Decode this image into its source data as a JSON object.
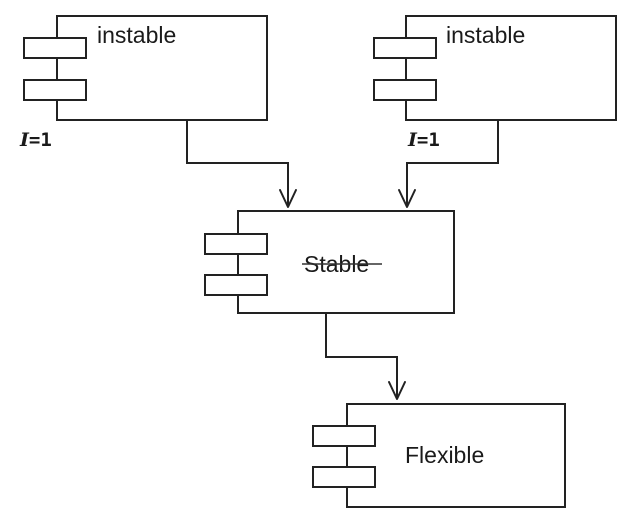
{
  "components": [
    {
      "id": "instable-left",
      "label": "instable",
      "metric": {
        "symbol": "I",
        "text": "=1"
      }
    },
    {
      "id": "instable-right",
      "label": "instable",
      "metric": {
        "symbol": "I",
        "text": "=1"
      }
    },
    {
      "id": "stable",
      "label": "Stable",
      "struck": true
    },
    {
      "id": "flexible",
      "label": "Flexible"
    }
  ],
  "dependencies": [
    {
      "from": "instable-left",
      "to": "stable"
    },
    {
      "from": "instable-right",
      "to": "stable"
    },
    {
      "from": "stable",
      "to": "flexible"
    }
  ],
  "colors": {
    "stroke": "#222222",
    "background": "#ffffff"
  }
}
